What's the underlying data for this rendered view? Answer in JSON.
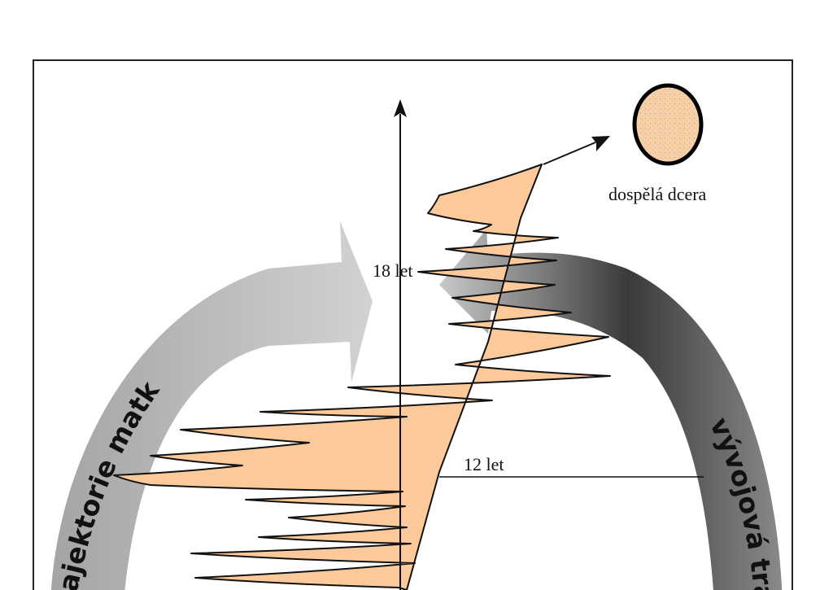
{
  "labels": {
    "adult_daughter": "dospělá dcera",
    "age_18": "18 let",
    "age_12": "12 let",
    "left_arc": "trajektorie matky",
    "right_arc": "vývojová trajektorie"
  },
  "colors": {
    "background": "#ffffff",
    "frame": "#222222",
    "wave_fill": "#fcca9a",
    "wave_stroke": "#111111",
    "left_arrow_light": "#d2d2d2",
    "left_arrow_dark": "#a4a4a4",
    "right_arrow_light": "#c9c9c9",
    "right_arrow_dark": "#3a3a3a",
    "daughter_fill": "#f6d0a8",
    "axis": "#111111"
  },
  "icons": {
    "daughter": "circle-dotted-icon",
    "growth_arrow": "arrow-up-right-icon",
    "time_axis": "arrow-up-icon"
  }
}
